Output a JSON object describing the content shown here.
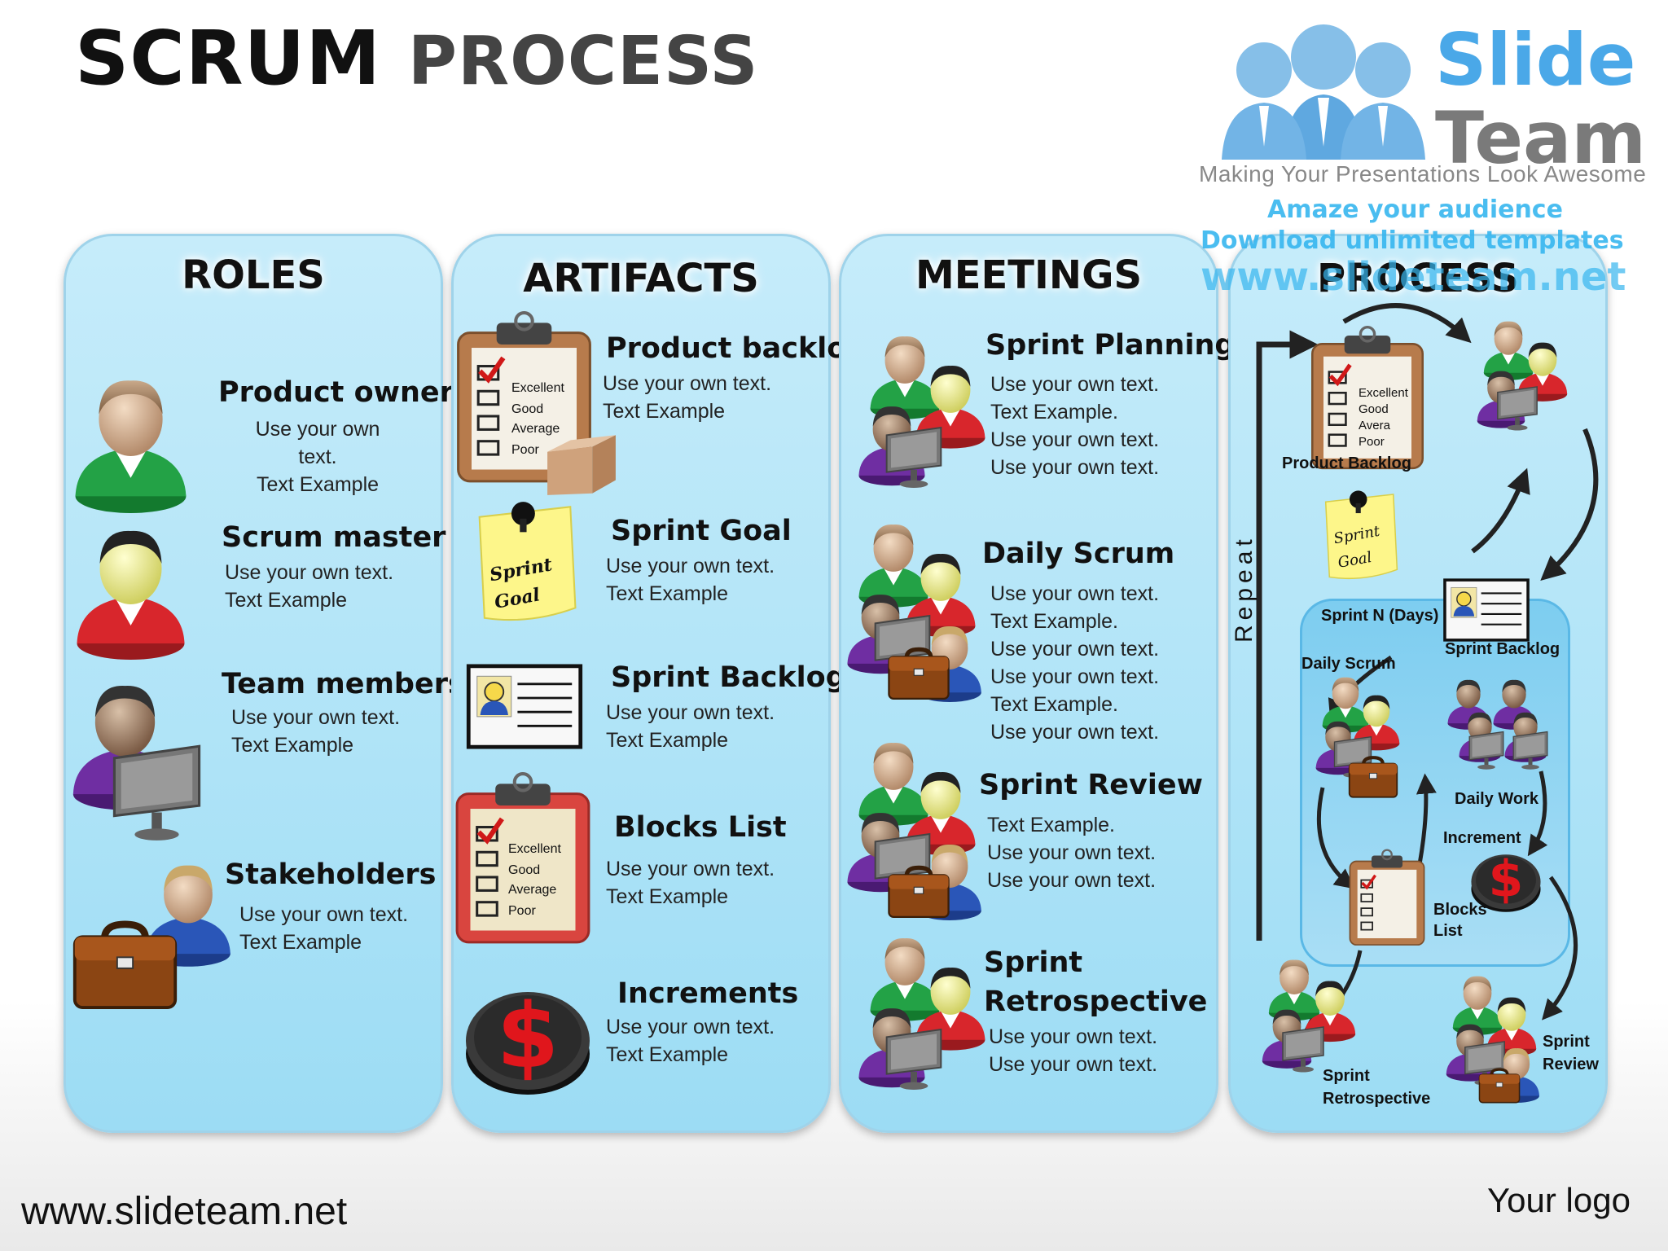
{
  "title": {
    "part1": "SCRUM",
    "part2": "PROCESS"
  },
  "roles": {
    "heading": "ROLES",
    "items": [
      {
        "title": "Product owner",
        "body": "Use your own\ntext.\nText Example"
      },
      {
        "title": "Scrum master",
        "body": "Use your own text.\nText Example"
      },
      {
        "title": "Team members",
        "body": "Use your own text.\nText Example"
      },
      {
        "title": "Stakeholders",
        "body": "Use your own text.\nText Example"
      }
    ]
  },
  "artifacts": {
    "heading": "ARTIFACTS",
    "checklist": [
      "Excellent",
      "Good",
      "Average",
      "Poor"
    ],
    "note_text": "Sprint Goal",
    "items": [
      {
        "title": "Product backlog",
        "body": "Use your own text.\nText Example"
      },
      {
        "title": "Sprint Goal",
        "body": "Use your own text.\nText Example"
      },
      {
        "title": "Sprint Backlog",
        "body": "Use your own text.\nText Example"
      },
      {
        "title": "Blocks List",
        "body": "Use your own text.\nText Example"
      },
      {
        "title": "Increments",
        "body": "Use your own text.\nText Example"
      }
    ]
  },
  "meetings": {
    "heading": "MEETINGS",
    "items": [
      {
        "title": "Sprint Planning",
        "body": "Use your own text.\nText Example.\nUse your own text.\nUse your own text."
      },
      {
        "title": "Daily Scrum",
        "body": "Use your own text.\nText Example.\nUse your own text.\nUse your own text.\nText Example.\nUse your own text."
      },
      {
        "title": "Sprint Review",
        "body": "Text Example.\nUse your own text.\nUse your own text."
      },
      {
        "title": "Sprint",
        "title2": "Retrospective",
        "body": "Use your own text.\nUse your own text."
      }
    ]
  },
  "process": {
    "heading": "PROCESS",
    "repeat": "Repeat",
    "checklist_small": [
      "Excellent",
      "Good",
      "Avera",
      "Poor"
    ],
    "labels": {
      "product_backlog": "Product Backlog",
      "sprint_n": "Sprint  N (Days)",
      "sprint_backlog": "Sprint Backlog",
      "daily_scrum": "Daily Scrum",
      "daily_work": "Daily Work",
      "increment": "Increment",
      "blocks": "Blocks",
      "list": "List",
      "sprint_retro_1": "Sprint",
      "sprint_retro_2": "Retrospective",
      "sprint_review_1": "Sprint",
      "sprint_review_2": "Review"
    }
  },
  "branding": {
    "logo_word1": "Slide",
    "logo_word2": "Team",
    "tagline": "Making Your Presentations Look Awesome",
    "watermark1": "Amaze your audience",
    "watermark2": "Download unlimited templates",
    "watermark3": "www.slideteam.net",
    "footer_url": "www.slideteam.net",
    "footer_logo": "Your logo"
  },
  "colors": {
    "panel_fill": "#aee3f7",
    "panel_border": "#9fd3ea",
    "accent_blue": "#4aa8e8",
    "watermark": "#37b6ef",
    "shirt_green": "#1f9a3e",
    "shirt_red": "#d2232a",
    "shirt_purple": "#6a2a9a",
    "shirt_blue": "#2a56b8"
  },
  "icons": {
    "person": "person-icon",
    "team": "team-icon",
    "clipboard": "clipboard-checklist-icon",
    "note": "sticky-note-icon",
    "card": "id-card-icon",
    "coin": "dollar-coin-icon",
    "briefcase": "briefcase-icon",
    "monitor": "monitor-icon",
    "box": "box-icon"
  }
}
